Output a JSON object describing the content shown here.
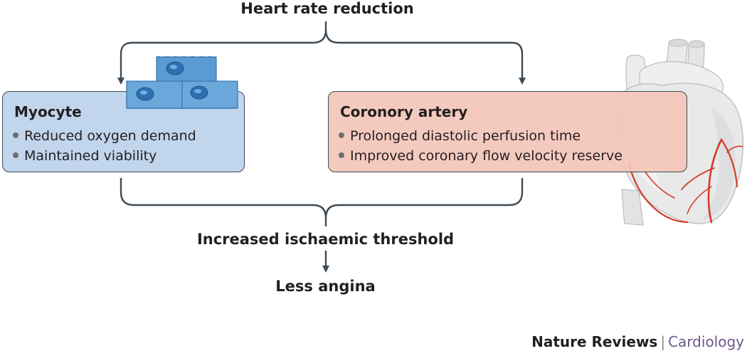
{
  "diagram": {
    "top_label": "Heart rate reduction",
    "left_box": {
      "title": "Myocyte",
      "items": [
        "Reduced oxygen demand",
        "Maintained viability"
      ]
    },
    "right_box": {
      "title": "Coronory artery",
      "items": [
        "Prolonged diastolic perfusion time",
        "Improved coronary flow velocity reserve"
      ]
    },
    "middle_label": "Increased ischaemic threshold",
    "bottom_label": "Less angina",
    "illustrations": [
      "myocyte-cells-illustration",
      "heart-illustration"
    ]
  },
  "footer": {
    "journal": "Nature Reviews",
    "separator": "|",
    "subject": "Cardiology"
  },
  "colors": {
    "connector": "#3e4b55",
    "left_box_fill": "#c1d5ec",
    "right_box_fill": "#f4c6b9",
    "artery": "#d63a2a",
    "footer_subject": "#6e5a8a"
  }
}
